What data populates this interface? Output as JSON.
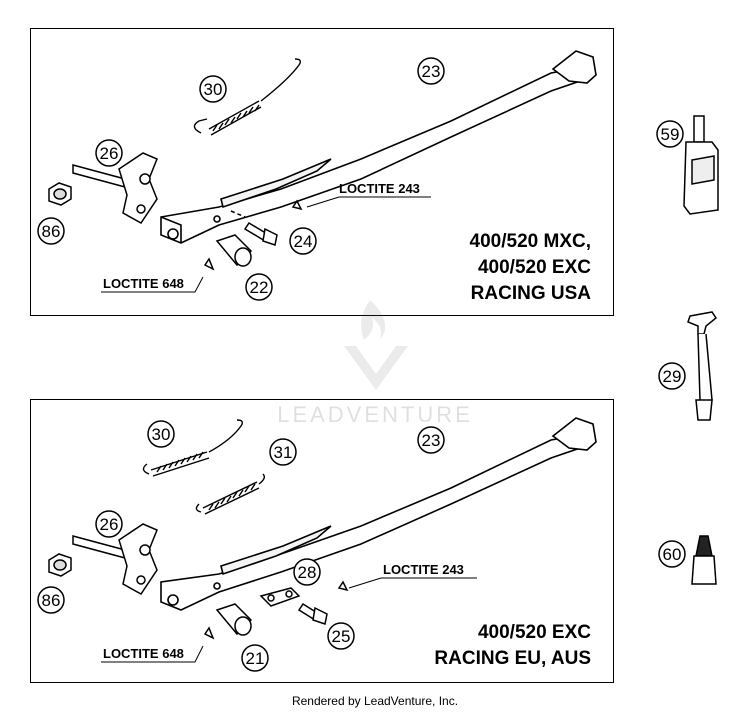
{
  "watermark": "LEADVENTURE",
  "footer": "Rendered by LeadVenture, Inc.",
  "top_panel": {
    "callouts": [
      "30",
      "23",
      "26",
      "86",
      "24",
      "22"
    ],
    "loctite_a": "LOCTITE 243",
    "loctite_b": "LOCTITE 648",
    "model_lines": [
      "400/520 MXC,",
      "400/520 EXC",
      "RACING USA"
    ]
  },
  "bottom_panel": {
    "callouts": [
      "30",
      "31",
      "23",
      "26",
      "86",
      "28",
      "25",
      "21"
    ],
    "loctite_a": "LOCTITE 243",
    "loctite_b": "LOCTITE 648",
    "model_lines": [
      "400/520 EXC",
      "RACING EU, AUS"
    ]
  },
  "side_parts": [
    "59",
    "29",
    "60"
  ]
}
